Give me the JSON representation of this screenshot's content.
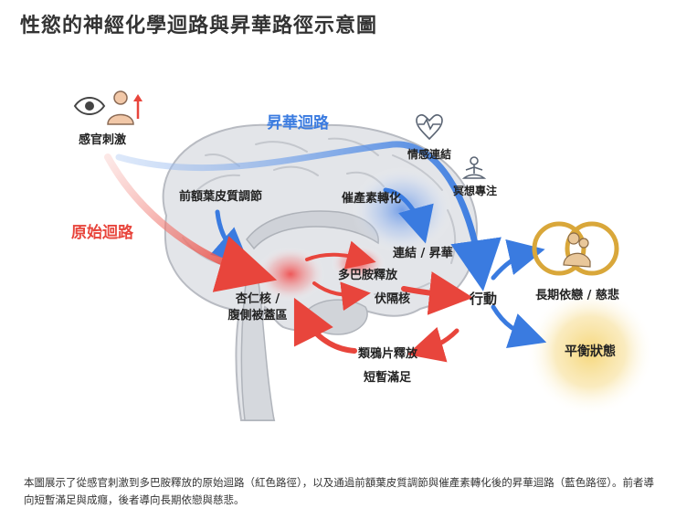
{
  "title": "性慾的神經化學迴路與昇華路徑示意圖",
  "labels": {
    "sensory": "感官刺激",
    "primitive_path": "原始迴路",
    "sublimation_path": "昇華迴路",
    "prefrontal": "前額葉皮質調節",
    "oxytocin": "催產素轉化",
    "emotional": "情感連結",
    "meditation": "冥想專注",
    "bonding": "連結 / 昇華",
    "dopamine": "多巴胺釋放",
    "amygdala_line1": "杏仁核 /",
    "amygdala_line2": "腹側被蓋區",
    "hypothalamus": "伏隔核",
    "action": "行動",
    "opioid": "類鴉片釋放",
    "short_satisfaction": "短暫滿足",
    "long_attachment": "長期依戀 / 慈悲",
    "balance": "平衡狀態"
  },
  "caption": "本圖展示了從感官刺激到多巴胺釋放的原始迴路（紅色路徑），以及通過前額葉皮質調節與催產素轉化後的昇華迴路（藍色路徑）。前者導向短暫滿足與成癮，後者導向長期依戀與慈悲。",
  "colors": {
    "primitive": "#e8453c",
    "sublimation": "#3a7be0",
    "brain": "#d9dbdf",
    "gold": "#d9a73a"
  },
  "icons": [
    "eye-icon",
    "person-icon",
    "up-arrow-icon",
    "heartbeat-icon",
    "meditation-icon",
    "rings-icon",
    "embrace-icon"
  ]
}
